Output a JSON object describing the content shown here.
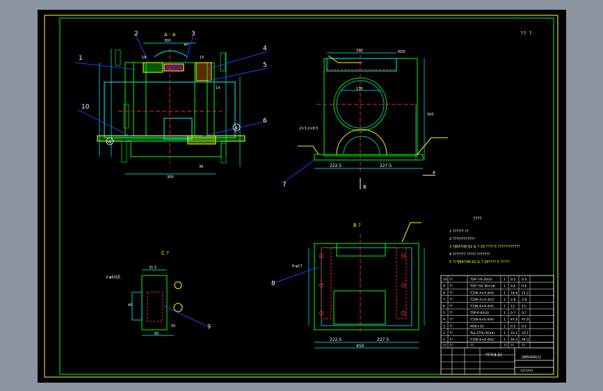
{
  "colors": {
    "background": "#8c93a1",
    "canvas": "#000000",
    "frame": "#ffff40",
    "border_green": "#00ff00",
    "cyan": "#00ffff",
    "red": "#ff2020",
    "yellow": "#ffff00",
    "white": "#ffffff",
    "blue": "#2040ff",
    "magenta": "#ff40ff"
  },
  "sheet": {
    "corner_mark": "?? ?"
  },
  "view_a": {
    "title": "A - A",
    "callouts": [
      "1",
      "2",
      "3",
      "4",
      "5",
      "6",
      "10"
    ],
    "dims": [
      "300",
      "45°",
      "18",
      "15",
      "14",
      "36",
      "300",
      "A",
      "B"
    ]
  },
  "view_b": {
    "dims_bottom": [
      "222.5",
      "227.5"
    ],
    "dims_top": [
      "310",
      "M30"
    ],
    "callout": "7",
    "arrow_label": "B",
    "arrow_head": "A",
    "note_left": "2×3.2×8.5",
    "dim_center": "170",
    "dim_right": "500"
  },
  "view_c": {
    "title": "C  ?",
    "callout": "9",
    "note": "2-φ6沉孔",
    "dims": [
      "31.5",
      "40",
      "50",
      "65"
    ]
  },
  "view_bb": {
    "title": "B  ?",
    "callout": "8",
    "dims_bottom": [
      "222.5",
      "227.5",
      "450"
    ],
    "note": "6-φ17"
  },
  "tech_req": {
    "title": "????",
    "lines": [
      "1 ??????  ??",
      "2 ????????????",
      "3 ?JB4708-92 & ?-33 ????  5 ????????????",
      "4 ??????? ????? ???????",
      "5 ???JB4708-92 & ?-29????  5 ?????"
    ]
  },
  "bom": {
    "rows": [
      {
        "no": "10",
        "name": "??",
        "code": "TSP-??6-20(4)",
        "qty": "1",
        "mat": "0.5",
        "wt": "0.5"
      },
      {
        "no": "9",
        "name": "??",
        "code": "TSP-?16-30×(4)",
        "qty": "1",
        "mat": "0.6",
        "wt": "0.6"
      },
      {
        "no": "8",
        "name": "??",
        "code": "T106-4×4-9(4)",
        "qty": "1",
        "mat": "18.6",
        "wt": "21.2"
      },
      {
        "no": "7",
        "name": "??",
        "code": "T106-4×4-3(4)",
        "qty": "1",
        "mat": "2.8",
        "wt": "2.8"
      },
      {
        "no": "6",
        "name": "??",
        "code": "T196-6×6-4(4)",
        "qty": "1",
        "mat": "13",
        "wt": "13"
      },
      {
        "no": "5",
        "name": "??",
        "code": "TSP-6-83(4)",
        "qty": "1",
        "mat": "0.7",
        "wt": "0.7"
      },
      {
        "no": "4",
        "name": "??",
        "code": "T106-6×6-9(4)",
        "qty": "1",
        "mat": "47.8",
        "wt": "47.8"
      },
      {
        "no": "3",
        "name": "??",
        "code": "M56×35",
        "qty": "1",
        "mat": "0.5",
        "wt": "0.5"
      },
      {
        "no": "2",
        "name": "??",
        "code": "Tsp-27(6-36)(4)",
        "qty": "1",
        "mat": "10.1",
        "wt": "10.1"
      },
      {
        "no": "1",
        "name": "??",
        "code": "T106-9×8-9(4)",
        "qty": "1",
        "mat": "44.3",
        "wt": "44.3"
      }
    ],
    "header": [
      "??",
      "??",
      "??",
      "??",
      "??",
      "??"
    ]
  },
  "title_block": {
    "name": "???(4.5)",
    "code": "DN500A(1)",
    "company": "???????"
  }
}
